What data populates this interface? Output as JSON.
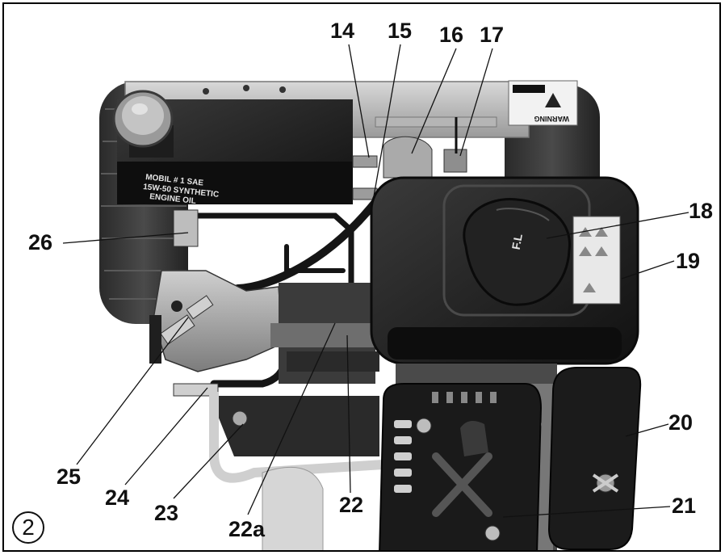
{
  "figure": {
    "number": "2"
  },
  "callouts": [
    "14",
    "15",
    "16",
    "17",
    "18",
    "19",
    "20",
    "21",
    "22",
    "22a",
    "23",
    "24",
    "25",
    "26"
  ],
  "decals": {
    "oil_line1": "MOBIL # 1 SAE",
    "oil_line2": "15W-50 SYNTHETIC",
    "oil_line3": "ENGINE OIL",
    "warning": "WARNING",
    "fuel_cap": "F.L"
  }
}
